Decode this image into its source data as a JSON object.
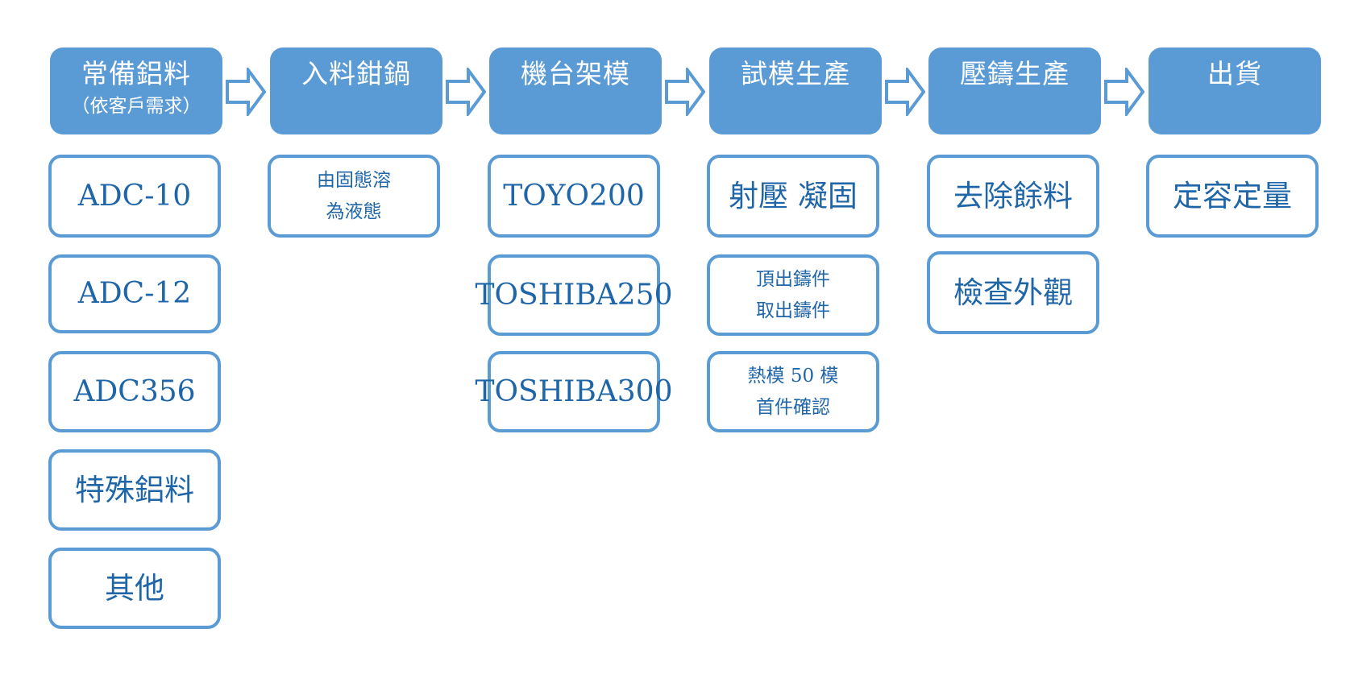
{
  "colors": {
    "header_fill": "#5b9bd5",
    "box_border": "#5b9bd5",
    "box_text": "#1f66a8",
    "header_text": "#ffffff",
    "arrow_fill": "#ffffff",
    "arrow_stroke": "#5b9bd5"
  },
  "flow": {
    "arrow_icon": "right-block-arrow",
    "steps": [
      {
        "title": "常備鋁料",
        "subtitle": "（依客戶需求）",
        "items": [
          {
            "line1": "ADC-10"
          },
          {
            "line1": "ADC-12"
          },
          {
            "line1": "ADC356"
          },
          {
            "line1": "特殊鋁料"
          },
          {
            "line1": "其他"
          }
        ]
      },
      {
        "title": "入料鉗鍋",
        "items": [
          {
            "line1": "由固態溶",
            "line2": "為液態"
          }
        ]
      },
      {
        "title": "機台架模",
        "items": [
          {
            "line1": "TOYO200"
          },
          {
            "line1": "TOSHIBA250"
          },
          {
            "line1": "TOSHIBA300"
          }
        ]
      },
      {
        "title": "試模生產",
        "items": [
          {
            "line1": "射壓  凝固"
          },
          {
            "line1": "頂出鑄件",
            "line2": "取出鑄件"
          },
          {
            "line1": "熱模 50 模",
            "line2": "首件確認"
          }
        ]
      },
      {
        "title": "壓鑄生產",
        "items": [
          {
            "line1": "去除餘料"
          },
          {
            "line1": "檢查外觀"
          }
        ]
      },
      {
        "title": "出貨",
        "items": [
          {
            "line1": "定容定量"
          }
        ]
      }
    ]
  }
}
